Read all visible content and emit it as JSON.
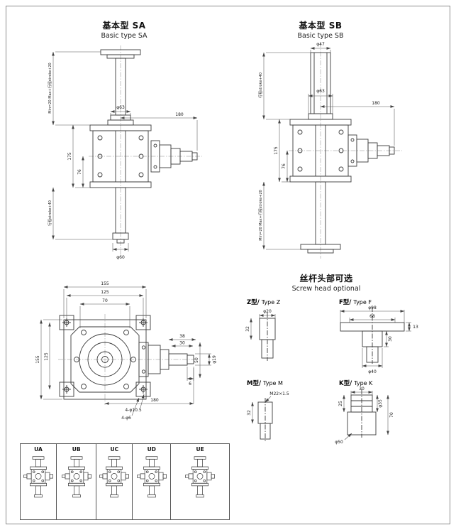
{
  "sa": {
    "title": "基本型 SA",
    "subtitle": "Basic type SA",
    "dims": {
      "stroke_top": "Min=20 Max+行程stroke+20",
      "phi63": "φ63",
      "len180": "180",
      "len175": "175",
      "len76": "76",
      "stroke_bottom": "行程stroke+40",
      "phi60": "φ60"
    }
  },
  "sb": {
    "title": "基本型 SB",
    "subtitle": "Basic type SB",
    "dims": {
      "phi47": "φ47",
      "stroke_top": "行程stroke+40",
      "phi63": "φ63",
      "len180": "180",
      "len175": "175",
      "len76": "76",
      "stroke_bottom": "Min=20 Max+行程stroke+20"
    }
  },
  "top_view": {
    "dims": {
      "w155": "155",
      "w125": "125",
      "w70": "70",
      "h38": "38",
      "h30": "30",
      "h50": "50",
      "phi19": "φ19",
      "h6": "6",
      "len180": "180",
      "l155": "155",
      "l125": "125",
      "holes_a": "4-φ10.5",
      "holes_b": "4-φ6"
    }
  },
  "screw_head": {
    "title": "丝杆头部可选",
    "subtitle": "Screw head optional",
    "type_z": {
      "label_zh": "Z型/",
      "label_en": "Type Z",
      "phi20": "φ20",
      "h32": "32"
    },
    "type_f": {
      "label_zh": "F型/",
      "label_en": "Type F",
      "phi98": "φ98",
      "w68": "68",
      "h13": "13",
      "phi40": "φ40",
      "h30": "30"
    },
    "type_m": {
      "label_zh": "M型/",
      "label_en": "Type M",
      "thread": "M22×1.5",
      "h32": "32"
    },
    "type_k": {
      "label_zh": "K型/",
      "label_en": "Type K",
      "w30": "30",
      "w25": "25",
      "phi35": "φ35",
      "h70": "70",
      "phi50": "φ50"
    }
  },
  "variants": {
    "items": [
      {
        "label": "UA"
      },
      {
        "label": "UB"
      },
      {
        "label": "UC"
      },
      {
        "label": "UD"
      },
      {
        "label": "UE"
      }
    ]
  }
}
